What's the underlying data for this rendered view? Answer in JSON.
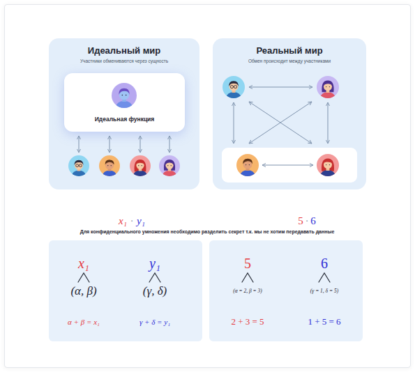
{
  "diagram": {
    "nodes": [
      {
        "text": [
          "Идеальный мир",
          "Участники обмениваются через сущность"
        ]
      },
      {
        "text": [
          "Идеальная функция"
        ],
        "in": 0
      },
      {
        "text": [
          "Реальный мир",
          "Обмен происходит между участниками"
        ]
      },
      {
        "text": [
          "x₁",
          "y₁",
          "(α, β)",
          "(γ, δ)",
          "α + β = x₁",
          "γ + δ = y₁"
        ]
      },
      {
        "text": [
          "5",
          "6",
          "(α = 2, β = 3)",
          "(γ = 1, δ = 5)",
          "2 + 3 = 5",
          "1 + 5 = 6"
        ]
      }
    ],
    "labels": [
      "x₁",
      "·",
      "y₁",
      "5",
      "·",
      "6",
      "Для конфиденциального умножения необходимо разделить секрет т.к. мы не хотим передавать данные"
    ]
  }
}
